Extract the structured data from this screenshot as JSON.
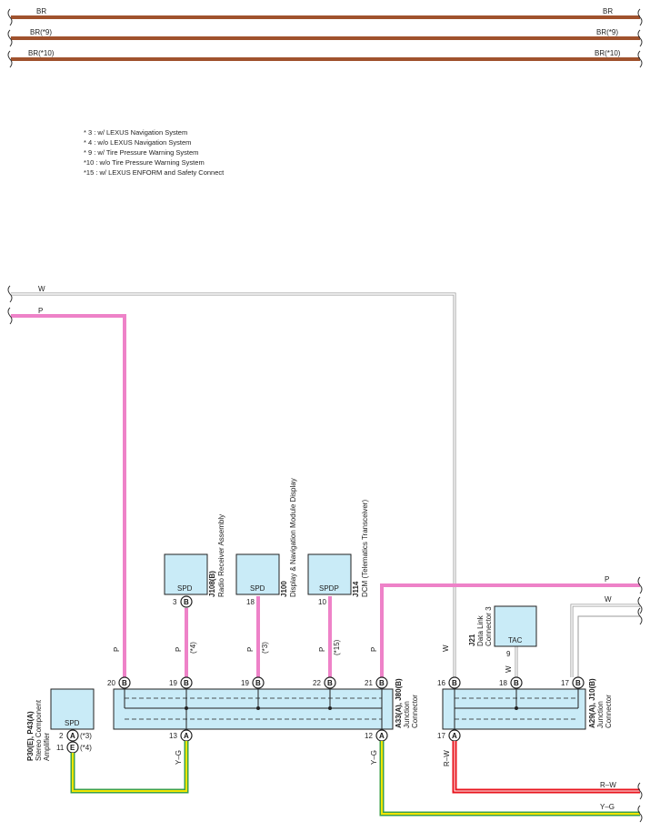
{
  "colors": {
    "brown": "#a0522d",
    "pink": "#ee82c8",
    "white_wire": "#b8b8b8",
    "red": "#e8141e",
    "yellow": "#f2e600",
    "green": "#3ca04a",
    "component_fill": "#c9ebf7"
  },
  "top_wires": [
    {
      "left": "BR",
      "right": "BR"
    },
    {
      "left": "BR(*9)",
      "right": "BR(*9)"
    },
    {
      "left": "BR(*10)",
      "right": "BR(*10)"
    }
  ],
  "legend": [
    "* 3 : w/ LEXUS Navigation System",
    "* 4 : w/o LEXUS Navigation System",
    "* 9 : w/ Tire Pressure Warning System",
    "*10 : w/o Tire Pressure Warning System",
    "*15 : w/ LEXUS ENFORM and Safety Connect"
  ],
  "wire_labels": {
    "w_top": "W",
    "p_top": "P",
    "p_right": "P",
    "w_right": "W",
    "rw_right": "R–W",
    "yg_right": "Y–G",
    "p_col1": "P",
    "p_col2": "P",
    "p_col3": "P",
    "p_col4": "P",
    "p_col5": "P",
    "w_col": "W",
    "w_j21": "W",
    "yg_left": "Y–G",
    "yg_mid": "Y–G",
    "rw_col": "R–W",
    "note4": "(*4)",
    "note3": "(*3)",
    "note15": "(*15)"
  },
  "components": {
    "j108": {
      "box": "SPD",
      "pin": "3",
      "conn": "B",
      "code": "J108(B)",
      "name": "Radio Receiver Assembly"
    },
    "j100": {
      "box": "SPD",
      "pin": "18",
      "code": "J100",
      "name": "Display & Navigation Module Display"
    },
    "j114": {
      "box": "SPDP",
      "pin": "10",
      "code": "J114",
      "name": "DCM (Telematics Transceiver)"
    },
    "j21": {
      "box": "TAC",
      "pin": "9",
      "code": "J21",
      "name1": "Data Link",
      "name2": "Connector 3"
    },
    "amp": {
      "box": "SPD",
      "code": "P30(E), P43(A)",
      "name1": "Stereo Component",
      "name2": "Amplifier",
      "pin_a": "2",
      "conn_a": "A",
      "note_a": "(*3)",
      "pin_e": "11",
      "conn_e": "E",
      "note_e": "(*4)"
    }
  },
  "junction_left": {
    "code": "A33(A), J80(B)",
    "name1": "Junction",
    "name2": "Connector",
    "top_pins": [
      {
        "pin": "20",
        "conn": "B"
      },
      {
        "pin": "19",
        "conn": "B"
      },
      {
        "pin": "19",
        "conn": "B"
      },
      {
        "pin": "22",
        "conn": "B"
      },
      {
        "pin": "21",
        "conn": "B"
      }
    ],
    "bottom_pins": [
      {
        "pin": "13",
        "conn": "A"
      },
      {
        "pin": "12",
        "conn": "A"
      }
    ]
  },
  "junction_right": {
    "code": "A29(A), J10(B)",
    "name1": "Junction",
    "name2": "Connector",
    "top_pins": [
      {
        "pin": "16",
        "conn": "B"
      },
      {
        "pin": "18",
        "conn": "B"
      },
      {
        "pin": "17",
        "conn": "B"
      }
    ],
    "bottom_pins": [
      {
        "pin": "17",
        "conn": "A"
      }
    ]
  }
}
